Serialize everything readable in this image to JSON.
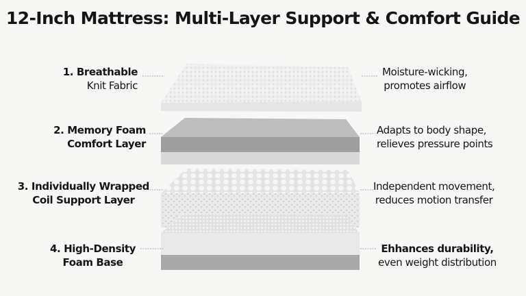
{
  "title": "12-Inch Mattress: Multi-Layer Support & Comfort Guide",
  "layers": [
    {
      "name_line1": "1. Breathable",
      "name_line2": "Knit Fabric",
      "desc_line1": "Moisture-wicking,",
      "desc_line2": "promotes airflow"
    },
    {
      "name_line1": "2. Memory Foam",
      "name_line2": "Comfort Layer",
      "desc_line1": "Adapts to body shape,",
      "desc_line2": "relieves pressure points"
    },
    {
      "name_line1": "3. Individually Wrapped",
      "name_line2": "Coil Support Layer",
      "desc_line1": "Independent movement,",
      "desc_line2": "reduces motion transfer"
    },
    {
      "name_line1": "4. High-Density",
      "name_line2": "Foam Base",
      "desc_line1": "Ehhances durability,",
      "desc_line2": "even weight distribution"
    }
  ]
}
